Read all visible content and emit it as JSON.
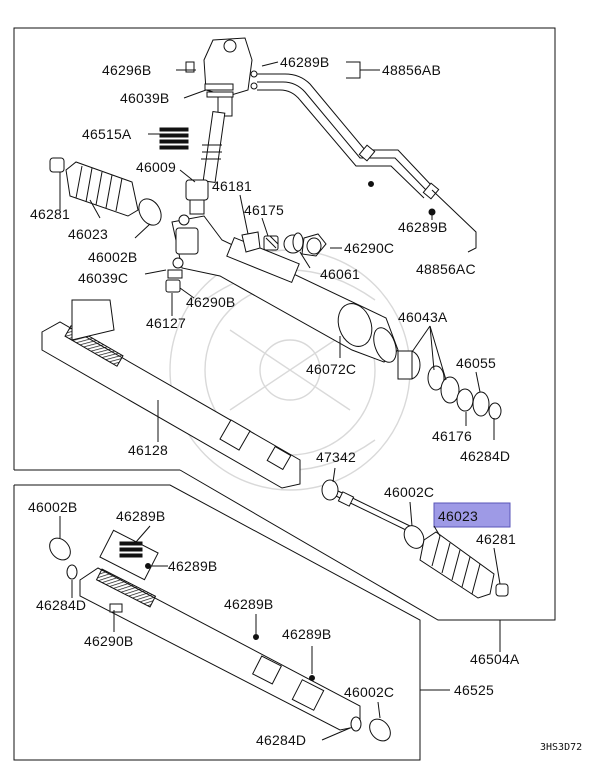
{
  "highlight_color": "#9e9ae6",
  "diagram_code": "3HS3D72",
  "labels": {
    "l46296B": "46296B",
    "l46039B": "46039B",
    "l46515A": "46515A",
    "l46009": "46009",
    "l46281_top": "46281",
    "l46023_top": "46023",
    "l46002B_top": "46002B",
    "l46039C": "46039C",
    "l46127": "46127",
    "l46290B_top": "46290B",
    "l46181": "46181",
    "l46175": "46175",
    "l46061": "46061",
    "l46290C": "46290C",
    "l46289B_a": "46289B",
    "l48856AB": "48856AB",
    "l46289B_b": "46289B",
    "l48856AC": "48856AC",
    "l46043A": "46043A",
    "l46055": "46055",
    "l46072C": "46072C",
    "l46176": "46176",
    "l46284D_top": "46284D",
    "l46128": "46128",
    "l47342": "47342",
    "l46002C_top": "46002C",
    "l46023_hl": "46023",
    "l46281_mid": "46281",
    "l46504A": "46504A",
    "l46002B_bot": "46002B",
    "l46289B_c": "46289B",
    "l46289B_d": "46289B",
    "l46284D_bot_l": "46284D",
    "l46290B_bot": "46290B",
    "l46289B_e": "46289B",
    "l46289B_f": "46289B",
    "l46002C_bot": "46002C",
    "l46525": "46525",
    "l46284D_bot_r": "46284D"
  }
}
